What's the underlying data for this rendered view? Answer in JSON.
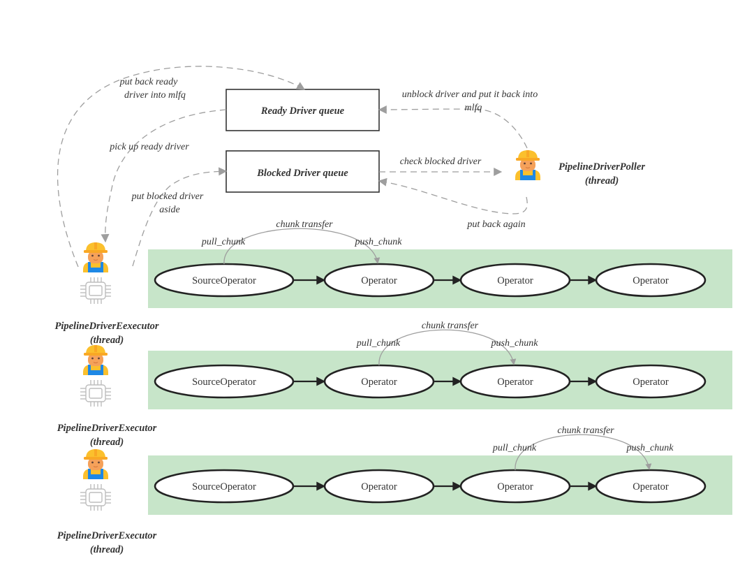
{
  "colors": {
    "band": "#c7e5c9",
    "edge_gray": "#9e9e9e",
    "node_stroke": "#222222",
    "text": "#333333",
    "helmet": "#fbc02d",
    "overalls": "#1e88e5",
    "skin": "#f5a15a"
  },
  "queues": {
    "ready": "Ready Driver queue",
    "blocked": "Blocked Driver queue"
  },
  "poller": {
    "name": "PipelineDriverPoller",
    "kind": "(thread)"
  },
  "edge_labels": {
    "put_back_ready_1": "put back ready",
    "put_back_ready_2": "driver into mlfq",
    "pick_up_ready": "pick up ready driver",
    "put_blocked_1": "put blocked driver",
    "put_blocked_2": "aside",
    "unblock_1": "unblock driver and put it back into",
    "unblock_2": "mlfq",
    "check_blocked": "check blocked driver",
    "put_back_again": "put back again"
  },
  "pipelines": [
    {
      "executor_name": "PipelineDriverEexecutor",
      "executor_kind": "(thread)",
      "operators": [
        "SourceOperator",
        "Operator",
        "Operator",
        "Operator"
      ],
      "transfer": {
        "from": 0,
        "to": 1,
        "pull": "pull_chunk",
        "label": "chunk transfer",
        "push": "push_chunk"
      }
    },
    {
      "executor_name": "PipelineDriverExecutor",
      "executor_kind": "(thread)",
      "operators": [
        "SourceOperator",
        "Operator",
        "Operator",
        "Operator"
      ],
      "transfer": {
        "from": 1,
        "to": 2,
        "pull": "pull_chunk",
        "label": "chunk transfer",
        "push": "push_chunk"
      }
    },
    {
      "executor_name": "PipelineDriverExecutor",
      "executor_kind": "(thread)",
      "operators": [
        "SourceOperator",
        "Operator",
        "Operator",
        "Operator"
      ],
      "transfer": {
        "from": 2,
        "to": 3,
        "pull": "pull_chunk",
        "label": "chunk transfer",
        "push": "push_chunk"
      }
    }
  ],
  "icons": {
    "worker": "worker-icon",
    "cpu": "cpu-chip-icon"
  }
}
